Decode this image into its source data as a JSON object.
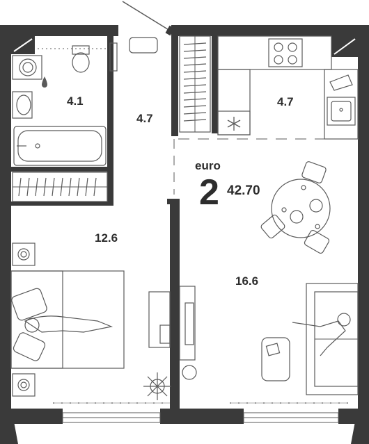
{
  "plan": {
    "apartment_type": "euro",
    "rooms": "2",
    "total_area": "42.70",
    "rooms_areas": {
      "bathroom": "4.1",
      "hallway": "4.7",
      "kitchen": "4.7",
      "bedroom": "12.6",
      "living": "16.6"
    },
    "colors": {
      "wall": "#3a3a3a",
      "furniture": "#5a5a5a",
      "text": "#2d2d2d",
      "background": "#ffffff"
    }
  }
}
